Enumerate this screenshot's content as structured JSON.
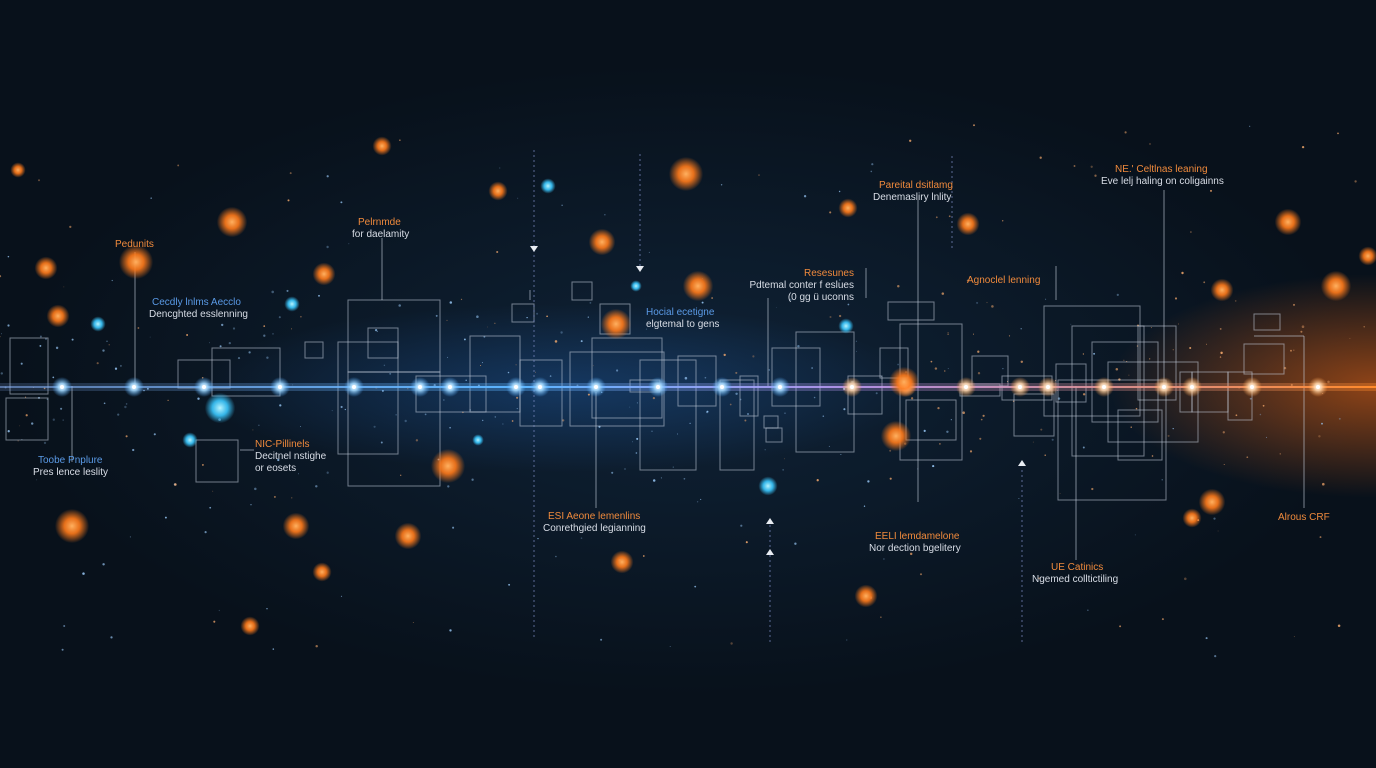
{
  "palette": {
    "background": "#0a1420",
    "blue_glow": "#4aa8ff",
    "orange_glow": "#ff7a1a",
    "line": "#c8d2e0"
  },
  "labels": {
    "l1": {
      "title": "Pedunits"
    },
    "l2": {
      "title": "Cecdly lnlms Aecclo",
      "sub": "Dencghted esslenning"
    },
    "l3": {
      "title": "Toobe Pnplure",
      "sub": "Pres lence leslity"
    },
    "l4": {
      "title": "Pelrnmde",
      "sub": "for daelamity"
    },
    "l5": {
      "title": "NIC-Pillinels",
      "sub": "Decitnel nstighe",
      "sub2": "or eosets"
    },
    "l6": {
      "title": "Hocial ecetigne",
      "sub": "elgtemal to gens"
    },
    "l7": {
      "title": "ESI Aeone lemenlins",
      "sub": "Conrethgied legianning"
    },
    "l8": {
      "title": "Resesunes",
      "sub": "Pdtemal conter f eslues",
      "sub2": "(0 gg ü uconns"
    },
    "l9": {
      "title": "Pareital dsitlamg",
      "sub": "Denemasliry lnlity"
    },
    "l10": {
      "title": "EELI lemdamelone",
      "sub": "Nor dection bgelitery"
    },
    "l11": {
      "title": "Agnoclel lenning"
    },
    "l12": {
      "title": "NE.' Celtlnas leaning",
      "sub": "Eve lelj haling on coligainns"
    },
    "l13": {
      "title": "UE Catinics",
      "sub": "Ngemed colltictiling"
    },
    "l14": {
      "title": "Alrous CRF"
    }
  }
}
